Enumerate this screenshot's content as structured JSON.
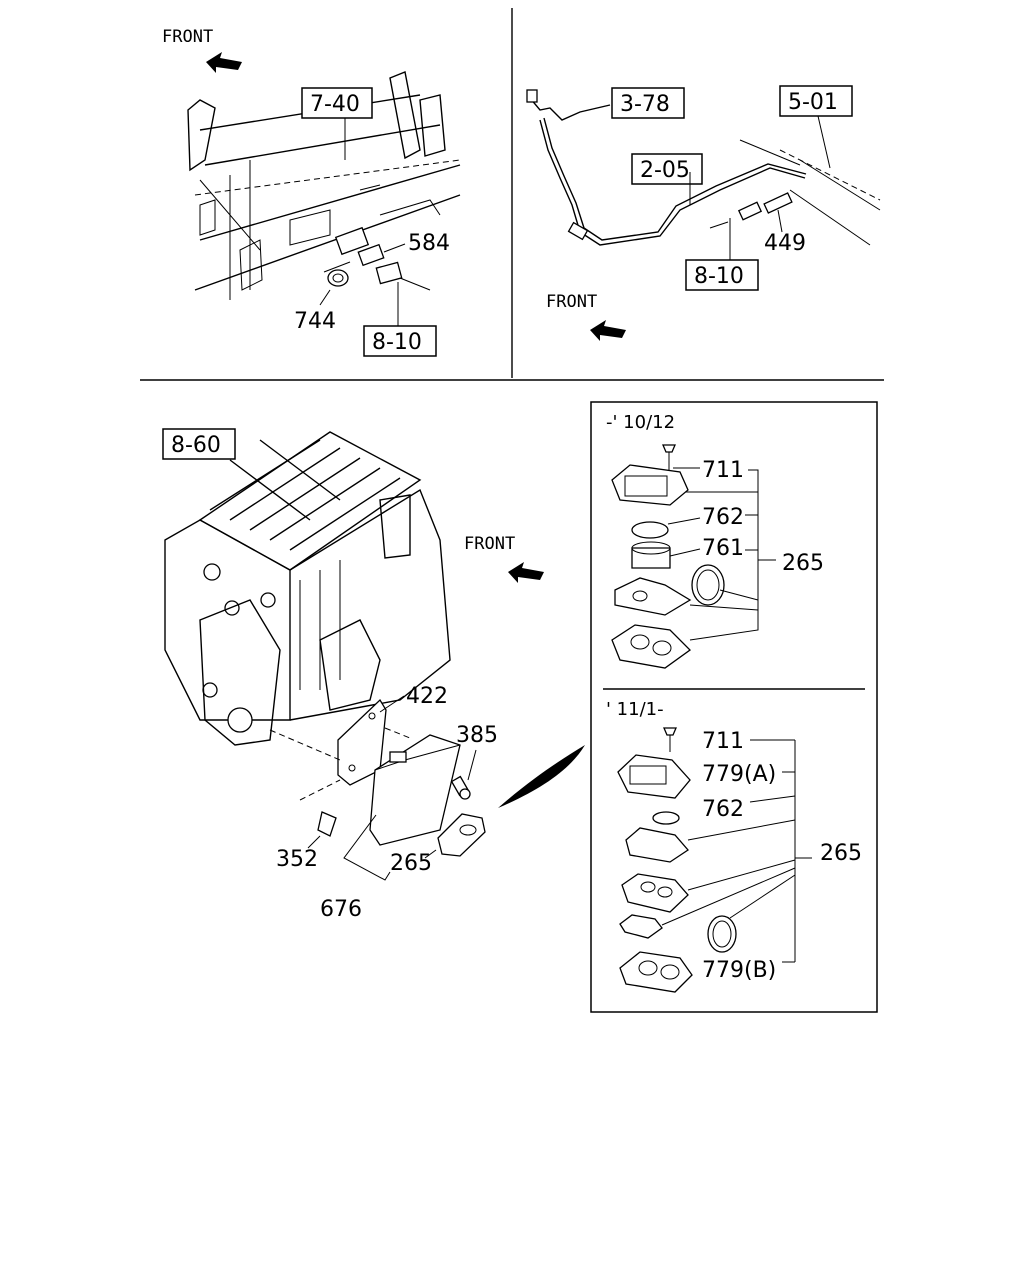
{
  "front_labels": [
    "FRONT",
    "FRONT",
    "FRONT"
  ],
  "ref_boxes": {
    "ref_7_40": "7-40",
    "ref_8_10_left": "8-10",
    "ref_3_78": "3-78",
    "ref_5_01": "5-01",
    "ref_2_05": "2-05",
    "ref_8_10_right": "8-10",
    "ref_8_60": "8-60"
  },
  "part_numbers": {
    "p584": "584",
    "p744": "744",
    "p449": "449",
    "p422": "422",
    "p385": "385",
    "p352": "352",
    "p265_main": "265",
    "p676": "676"
  },
  "inset": {
    "upper": {
      "period": "-' 10/12",
      "parts": [
        "711",
        "762",
        "761",
        "265"
      ]
    },
    "lower": {
      "period": "' 11/1-",
      "parts": [
        "711",
        "779(A)",
        "762",
        "265",
        "779(B)"
      ]
    }
  }
}
